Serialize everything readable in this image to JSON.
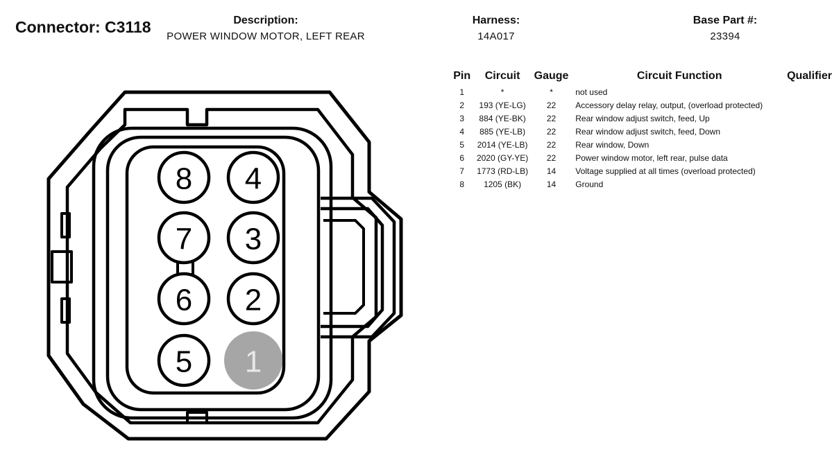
{
  "header": {
    "connector": "Connector: C3118",
    "description_label": "Description:",
    "description_value": "POWER WINDOW MOTOR, LEFT REAR",
    "harness_label": "Harness:",
    "harness_value": "14A017",
    "base_part_label": "Base Part #:",
    "base_part_value": "23394"
  },
  "table": {
    "headers": {
      "pin": "Pin",
      "circuit": "Circuit",
      "gauge": "Gauge",
      "function": "Circuit Function",
      "qualifier": "Qualifier"
    },
    "rows": [
      {
        "pin": "1",
        "circuit": "*",
        "gauge": "*",
        "function": "not used",
        "qualifier": ""
      },
      {
        "pin": "2",
        "circuit": "193 (YE-LG)",
        "gauge": "22",
        "function": "Accessory delay relay, output, (overload protected)",
        "qualifier": ""
      },
      {
        "pin": "3",
        "circuit": "884 (YE-BK)",
        "gauge": "22",
        "function": "Rear window adjust switch, feed, Up",
        "qualifier": ""
      },
      {
        "pin": "4",
        "circuit": "885 (YE-LB)",
        "gauge": "22",
        "function": "Rear window adjust switch, feed, Down",
        "qualifier": ""
      },
      {
        "pin": "5",
        "circuit": "2014 (YE-LB)",
        "gauge": "22",
        "function": "Rear window, Down",
        "qualifier": ""
      },
      {
        "pin": "6",
        "circuit": "2020 (GY-YE)",
        "gauge": "22",
        "function": "Power window motor, left rear, pulse data",
        "qualifier": ""
      },
      {
        "pin": "7",
        "circuit": "1773 (RD-LB)",
        "gauge": "14",
        "function": "Voltage supplied at all times (overload protected)",
        "qualifier": ""
      },
      {
        "pin": "8",
        "circuit": "1205 (BK)",
        "gauge": "14",
        "function": "Ground",
        "qualifier": ""
      }
    ]
  },
  "connector_face": {
    "pins": [
      {
        "label": "8",
        "highlighted": false
      },
      {
        "label": "4",
        "highlighted": false
      },
      {
        "label": "7",
        "highlighted": false
      },
      {
        "label": "3",
        "highlighted": false
      },
      {
        "label": "6",
        "highlighted": false
      },
      {
        "label": "2",
        "highlighted": false
      },
      {
        "label": "5",
        "highlighted": false
      },
      {
        "label": "1",
        "highlighted": true
      }
    ],
    "highlight_color": "#a6a6a6",
    "line_color": "#000000"
  }
}
